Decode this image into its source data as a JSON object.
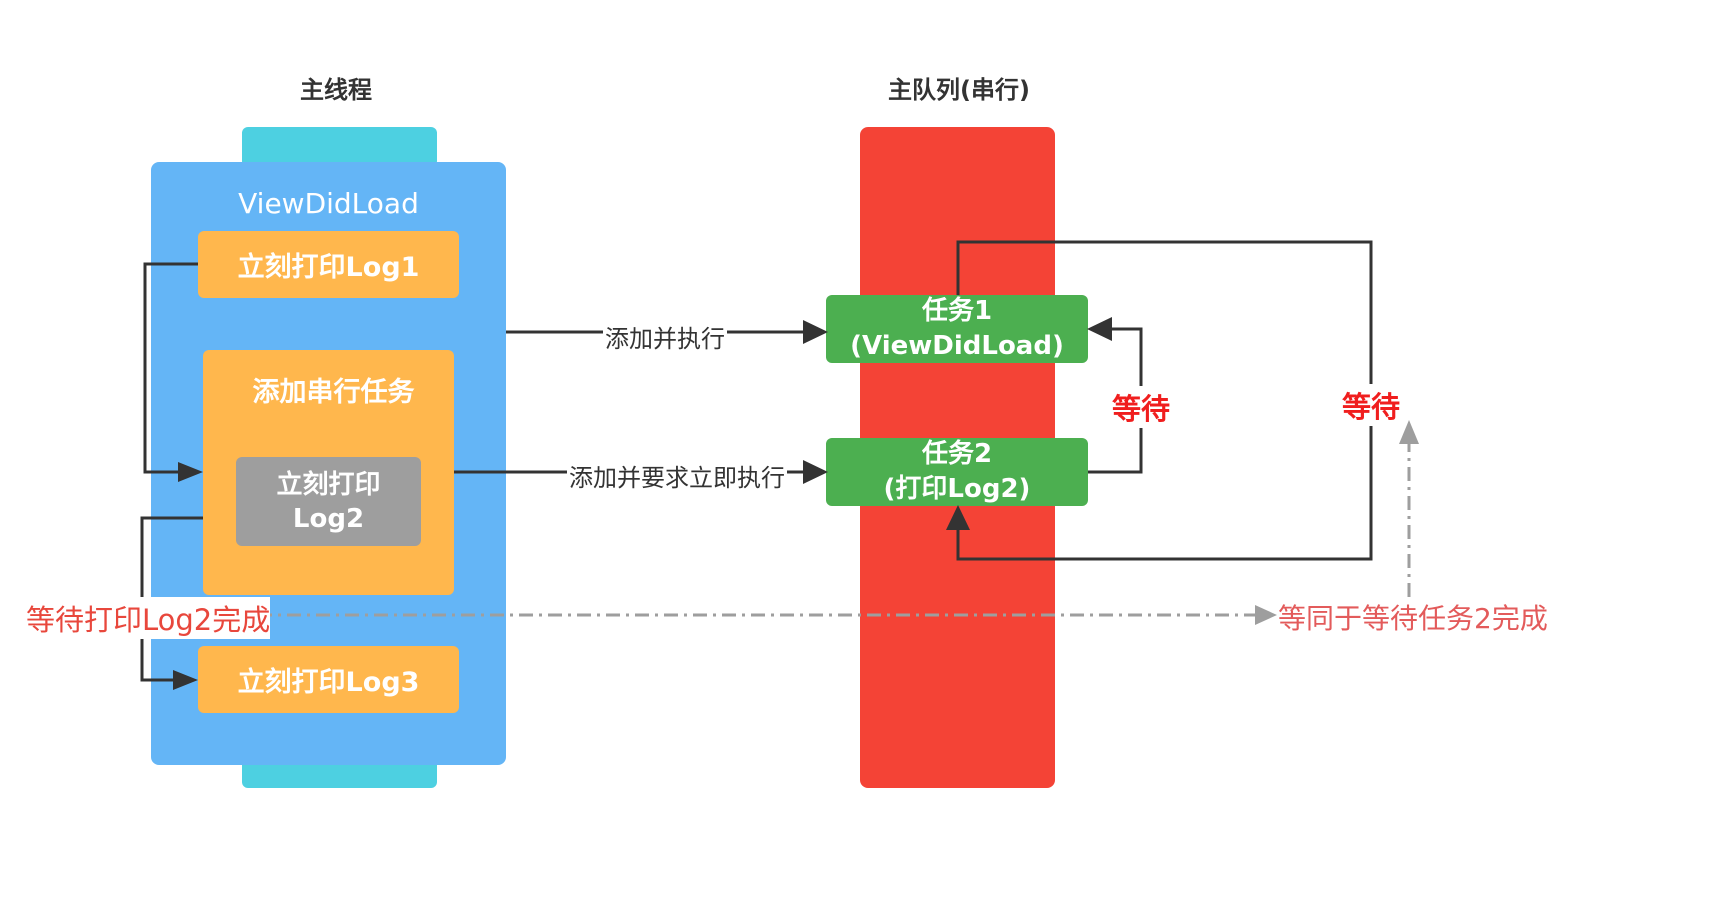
{
  "columns": {
    "main_thread_title": "主线程",
    "main_queue_title": "主队列(串行)"
  },
  "main_thread": {
    "container_label": "ViewDidLoad",
    "print_log1": "立刻打印Log1",
    "serial_task_group": "添加串行任务",
    "print_log2_line1": "立刻打印",
    "print_log2_line2": "Log2",
    "print_log3": "立刻打印Log3"
  },
  "main_queue": {
    "task1_line1": "任务1",
    "task1_line2": "(ViewDidLoad)",
    "task2_line1": "任务2",
    "task2_line2": "(打印Log2)"
  },
  "edges": {
    "add_and_execute": "添加并执行",
    "add_and_execute_immediately": "添加并要求立即执行",
    "wait_task2_to_task1": "等待",
    "wait_task1_to_task2": "等待"
  },
  "notes": {
    "wait_for_log2": "等待打印Log2完成",
    "equals_wait_task2": "等同于等待任务2完成"
  },
  "colors": {
    "thread_cap": "#4DD0E1",
    "thread_body": "#64B5F6",
    "orange_block": "#FFB74D",
    "gray_block": "#9E9E9E",
    "queue": "#F44336",
    "green_task": "#4CAF50",
    "wait_text": "#F01E1E"
  }
}
